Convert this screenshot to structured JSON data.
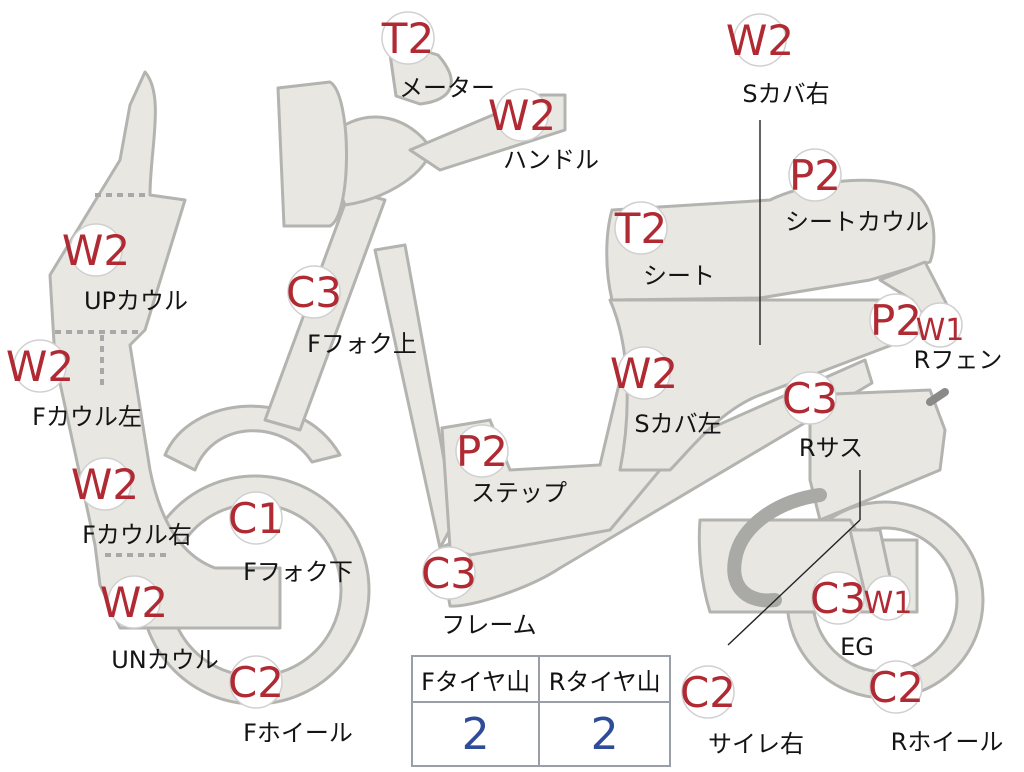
{
  "parts": [
    {
      "id": "meter",
      "code": "T2",
      "label": "メーター"
    },
    {
      "id": "handle",
      "code": "W2",
      "label": "ハンドル"
    },
    {
      "id": "s-cover-right",
      "code": "W2",
      "label": "Sカバ右"
    },
    {
      "id": "seat-cowl",
      "code": "P2",
      "label": "シートカウル"
    },
    {
      "id": "seat",
      "code": "T2",
      "label": "シート"
    },
    {
      "id": "up-cowl",
      "code": "W2",
      "label": "UPカウル"
    },
    {
      "id": "f-fork-upper",
      "code": "C3",
      "label": "Fフォク上"
    },
    {
      "id": "r-fender",
      "code": "P2",
      "code2": "W1",
      "label": "Rフェン"
    },
    {
      "id": "f-cowl-left",
      "code": "W2",
      "label": "Fカウル左"
    },
    {
      "id": "s-cover-left",
      "code": "W2",
      "label": "Sカバ左"
    },
    {
      "id": "r-suspension",
      "code": "C3",
      "label": "Rサス"
    },
    {
      "id": "step",
      "code": "P2",
      "label": "ステップ"
    },
    {
      "id": "f-cowl-right",
      "code": "W2",
      "label": "Fカウル右"
    },
    {
      "id": "f-fork-lower",
      "code": "C1",
      "label": "Fフォク下"
    },
    {
      "id": "frame",
      "code": "C3",
      "label": "フレーム"
    },
    {
      "id": "un-cowl",
      "code": "W2",
      "label": "UNカウル"
    },
    {
      "id": "engine",
      "code": "C3",
      "code2": "W1",
      "label": "EG"
    },
    {
      "id": "f-wheel",
      "code": "C2",
      "label": "Fホイール"
    },
    {
      "id": "muffler-right",
      "code": "C2",
      "label": "サイレ右"
    },
    {
      "id": "r-wheel",
      "code": "C2",
      "label": "Rホイール"
    }
  ],
  "tire_table": {
    "headers": [
      "Fタイヤ山",
      "Rタイヤ山"
    ],
    "values": [
      "2",
      "2"
    ]
  },
  "colors": {
    "body_fill": "#e8e7e2",
    "outline": "#b3b3b0",
    "code_text": "#b02a33",
    "tire_value": "#2f4c9a"
  }
}
